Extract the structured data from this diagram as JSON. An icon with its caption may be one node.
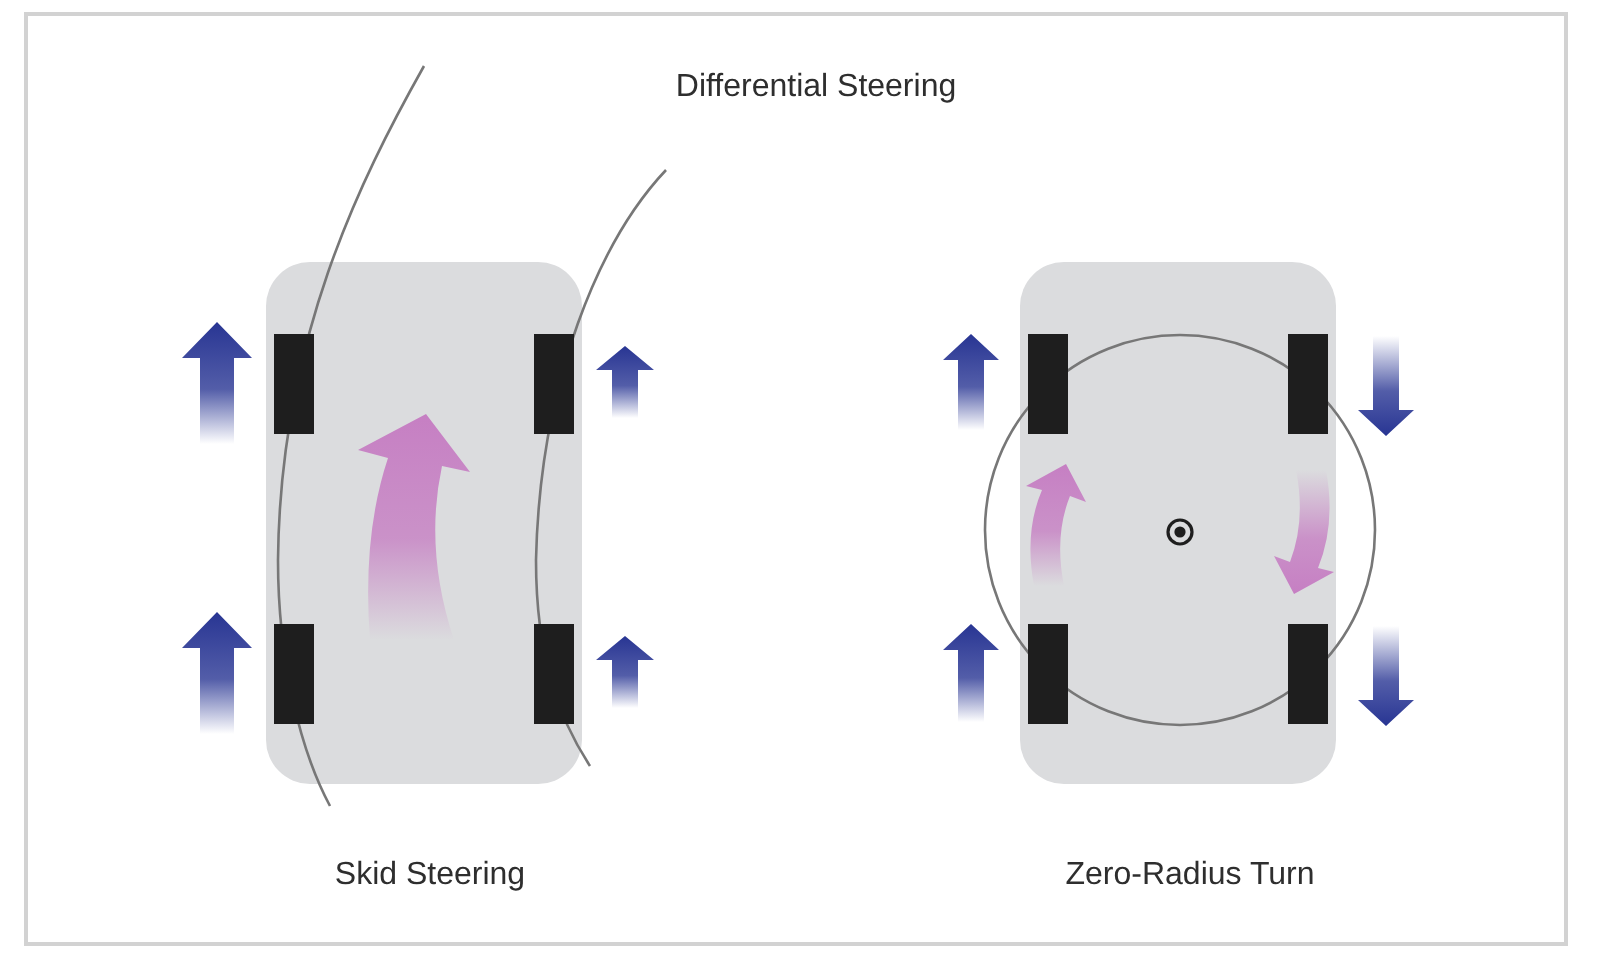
{
  "diagram": {
    "title": "Differential Steering",
    "labels": [
      "Skid Steering",
      "Zero-Radius Turn"
    ]
  }
}
